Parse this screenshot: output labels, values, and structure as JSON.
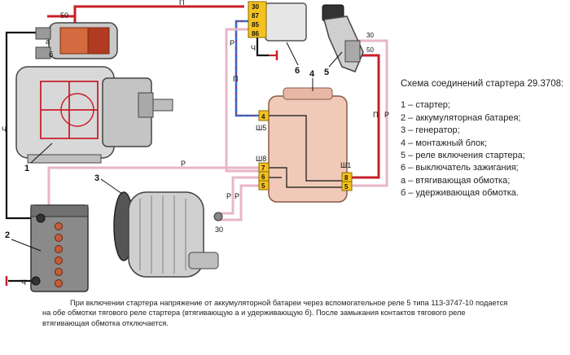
{
  "legend": {
    "title": "Схема соединений стартера  29.3708:",
    "items": [
      "1 – стартер;",
      "2 – аккумуляторная батарея;",
      "3 – генератор;",
      "4 – монтажный блок;",
      "5 – реле включения стартера;",
      "6 – выключатель зажигания;",
      "а – втягивающая обмотка;",
      "б – удерживающая обмотка."
    ]
  },
  "caption": {
    "line1": "При включении стартера напряжение от аккумуляторной батареи через вспомогательное реле 5 типа 113-3747-10 подается",
    "line2": "на обе обмотки тягового реле стартера (втягивающую а и удерживающую б). После замыкания контактов тягового реле",
    "line3": "втягивающая обмотка отключается."
  },
  "diagram": {
    "callouts": {
      "starter": "1",
      "battery": "2",
      "generator": "3",
      "block": "4",
      "relay": "5",
      "switch": "6"
    },
    "starter_terminal": "50",
    "relay_pins": [
      "30",
      "87",
      "85",
      "86"
    ],
    "switch_pins": [
      "30",
      "50"
    ],
    "block_connectors": {
      "sh5": "Ш5",
      "sh8": "Ш8",
      "sh1": "Ш1"
    },
    "block_pins": {
      "sh5": "4",
      "sh8": [
        "7",
        "6",
        "5"
      ],
      "sh1": [
        "8",
        "5"
      ]
    },
    "wire_labels": {
      "p": "П",
      "r": "Р",
      "ch": "Ч"
    },
    "generator_terminal": "30",
    "winding_a": "а",
    "winding_b": "б"
  },
  "colors": {
    "wire_red": "#c8202a",
    "wire_pink": "#e8b6c6",
    "wire_blue": "#2b6fd6",
    "wire_black": "#111111",
    "block_fill": "#f0c9b8",
    "connector_yellow": "#f4c21f"
  }
}
